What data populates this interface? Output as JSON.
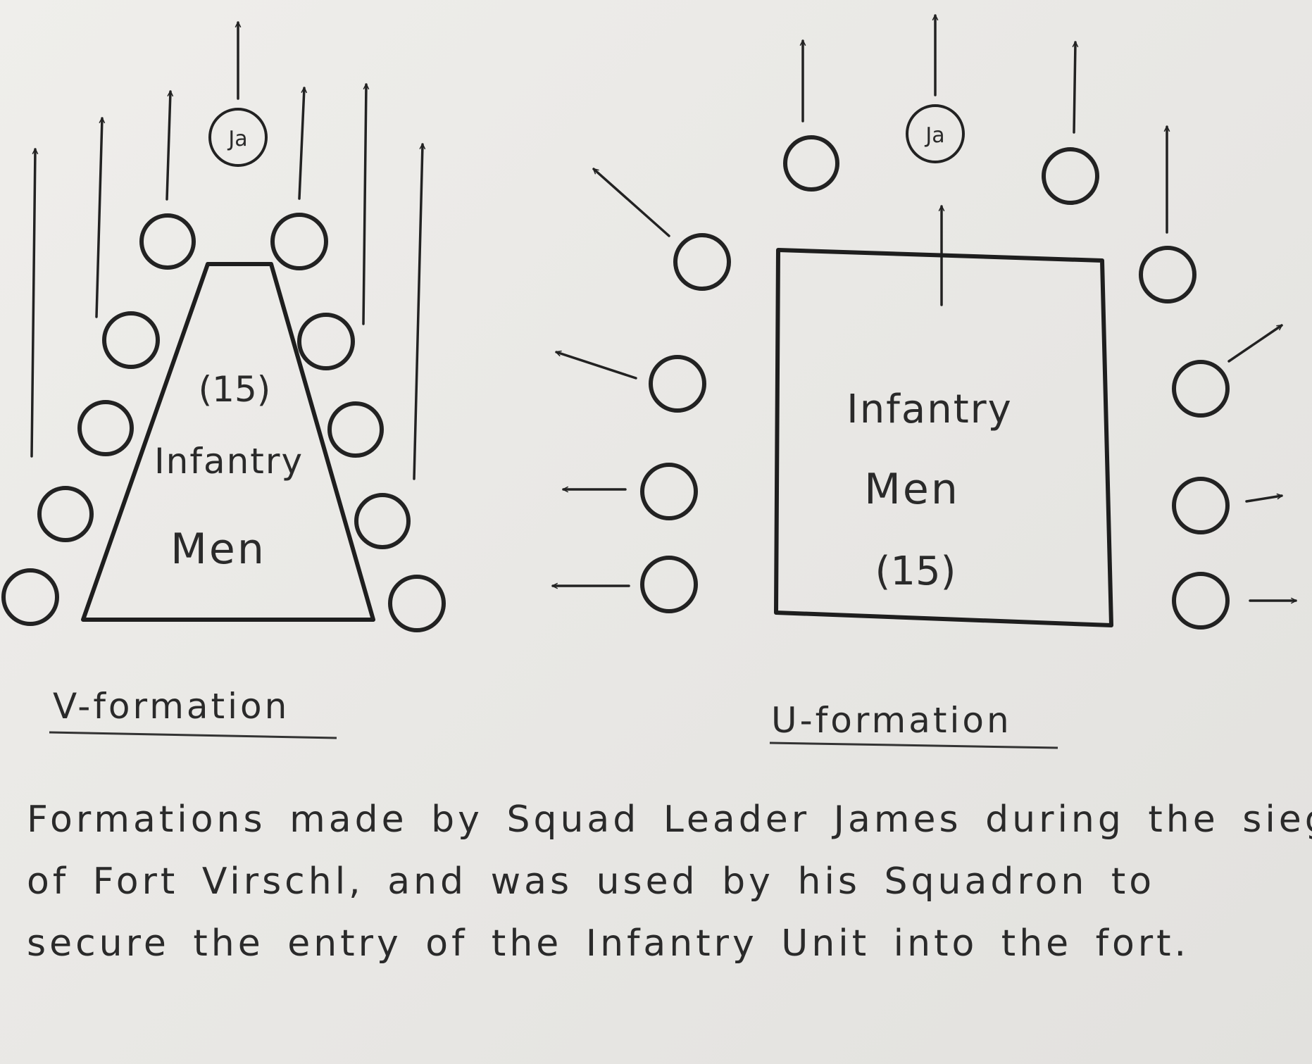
{
  "diagram": {
    "v_formation": {
      "title": "V-formation",
      "leader_label": "Ja",
      "unit_count": "(15)",
      "unit_label": "Infantry",
      "unit_label_2": "Men"
    },
    "u_formation": {
      "title": "U-formation",
      "leader_label": "Ja",
      "unit_count": "(15)",
      "unit_label": "Infantry",
      "unit_label_2": "Men"
    }
  },
  "caption": {
    "line1": "Formations made by Squad Leader James during the siege",
    "line2": "of Fort Virschl, and was used by his Squadron to",
    "line3": "secure the entry of the Infantry Unit into the fort."
  },
  "colors": {
    "ink": "#222222",
    "paper": "#e9e8e5"
  }
}
